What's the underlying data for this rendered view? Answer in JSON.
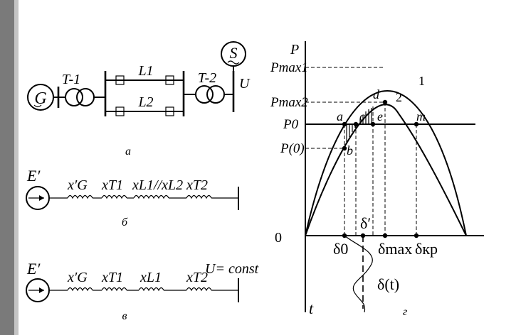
{
  "scheme_a": {
    "generator": "G",
    "transformer_1": "T-1",
    "line_1": "L1",
    "line_2": "L2",
    "transformer_2": "T-2",
    "system": "S",
    "bus_voltage": "U",
    "caption": "а"
  },
  "scheme_b": {
    "emf": "E′",
    "x_g": "x′G",
    "x_t1": "xТ1",
    "x_lines": "xL1//xL2",
    "x_t2": "xТ2",
    "caption": "б"
  },
  "scheme_c": {
    "emf": "E′",
    "x_g": "x′G",
    "x_t1": "xТ1",
    "x_l1": "xL1",
    "x_t2": "xТ2",
    "bus_voltage": "U= const",
    "caption": "в"
  },
  "graph": {
    "y_axis": "P",
    "t_axis": "t",
    "origin": "0",
    "y_labels": {
      "pmax1": "Pmax1",
      "pmax2": "Pmax2",
      "p0": "P0",
      "p00": "P(0)"
    },
    "curve_labels": {
      "c1": "1",
      "c2": "2"
    },
    "points": {
      "a": "a",
      "b": "b",
      "c": "c",
      "d": "d",
      "e": "e",
      "m": "m"
    },
    "angle_labels": {
      "d0": "δ0",
      "dprime": "δ′",
      "dmax": "δmax",
      "dkr": "δкр",
      "dt": "δ(t)"
    },
    "caption": "г"
  }
}
